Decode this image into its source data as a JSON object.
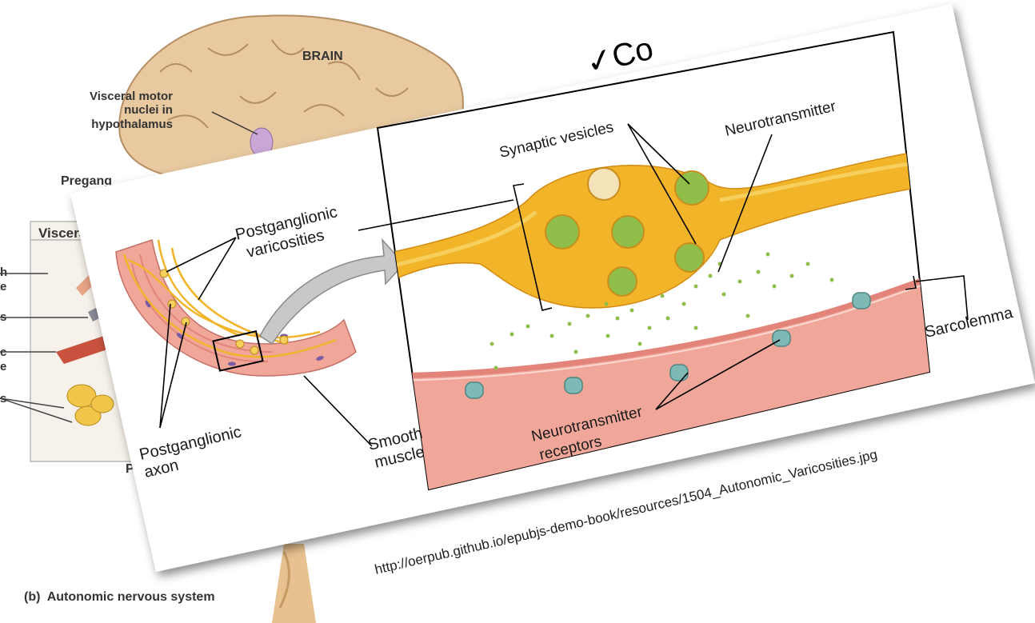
{
  "background_figure": {
    "brain_label": "BRAIN",
    "visceral_motor_label": "Visceral motor\nnuclei in\nhypothalamus",
    "preganglionic_partial": "Pregang",
    "visceral_partial": "Viscera",
    "cut_labels": [
      "h",
      "e",
      "s",
      "c",
      "e",
      "s"
    ],
    "bottom_partial": "P",
    "caption": "(b)  Autonomic nervous system"
  },
  "card": {
    "title_partial": "✓Co",
    "labels": {
      "postganglionic_varicosities_line1": "Postganglionic",
      "postganglionic_varicosities_line2": "varicosities",
      "synaptic_vesicles": "Synaptic vesicles",
      "neurotransmitter": "Neurotransmitter",
      "sarcolemma": "Sarcolemma",
      "postganglionic_axon_line1": "Postganglionic",
      "postganglionic_axon_line2": "axon",
      "smooth_muscle_line1": "Smooth",
      "smooth_muscle_line2": "muscle",
      "receptors_line1": "Neurotransmitter",
      "receptors_line2": "receptors"
    },
    "source_url": "http://oerpub.github.io/epubjs-demo-book/resources/1504_Autonomic_Varicosities.jpg"
  },
  "colors": {
    "axon_yellow": "#f2b429",
    "axon_light": "#f7cf5c",
    "vesicle_green": "#8fbf4a",
    "muscle_pink": "#f0a79a",
    "muscle_dark": "#e3847a",
    "receptor_teal": "#7fb9b5"
  }
}
